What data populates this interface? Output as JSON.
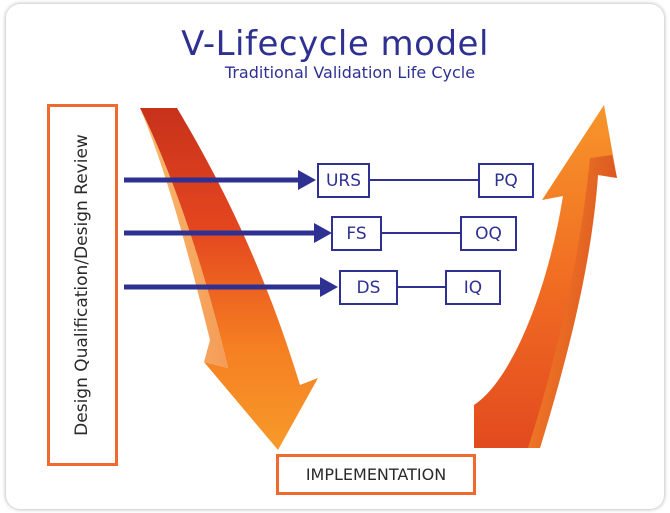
{
  "title": "V-Lifecycle model",
  "subtitle": "Traditional Validation Life Cycle",
  "side_label": "Design Qualification/Design Review",
  "rows": [
    {
      "left": "URS",
      "right": "PQ"
    },
    {
      "left": "FS",
      "right": "OQ"
    },
    {
      "left": "DS",
      "right": "IQ"
    }
  ],
  "bottom_label": "IMPLEMENTATION",
  "colors": {
    "arrow_orange": "#f7901e",
    "arrow_red": "#e1421f",
    "navy": "#2e3192",
    "box_border_orange": "#ef6a2e"
  }
}
